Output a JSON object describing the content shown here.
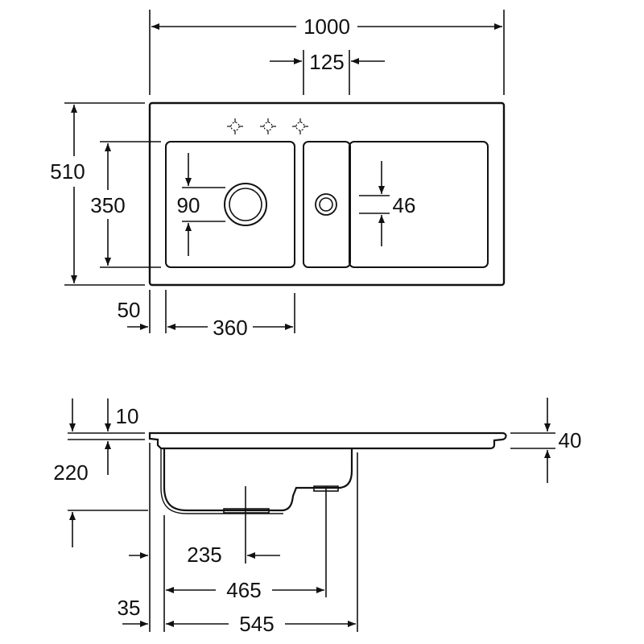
{
  "colors": {
    "ink": "#111111",
    "background": "#ffffff"
  },
  "top_view": {
    "overall_width": "1000",
    "tap_hole_spacing": "125",
    "overall_depth": "510",
    "bowl_depth": "350",
    "main_waste_diameter": "90",
    "second_waste_diameter": "46",
    "edge_offset": "50",
    "bowl_width": "360"
  },
  "side_view": {
    "rim_thickness": "10",
    "bowl_height": "220",
    "drainer_height": "40",
    "waste_offset": "235",
    "second_bowl_offset": "465",
    "edge_offset": "35",
    "bowl_total_width": "545"
  }
}
